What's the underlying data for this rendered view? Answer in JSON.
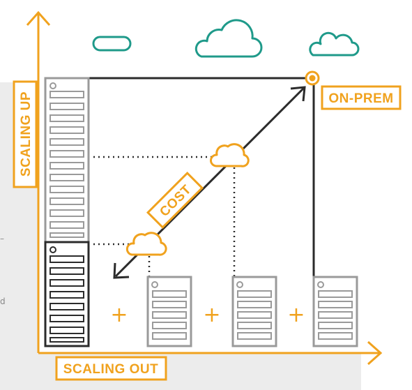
{
  "axes": {
    "vertical_label": "SCALING UP",
    "horizontal_label": "SCALING OUT"
  },
  "labels": {
    "on_prem": "ON-PREM",
    "cost": "COST"
  },
  "plus_signs": [
    "+",
    "+",
    "+"
  ],
  "edge_fragments": [
    "–",
    "d"
  ],
  "icons": {
    "clouds_top": [
      "cloud-icon",
      "cloud-icon",
      "cloud-icon"
    ],
    "clouds_cost": [
      "cloud-icon",
      "cloud-icon"
    ],
    "servers": [
      "server-rack-icon",
      "server-rack-icon",
      "server-rack-icon",
      "server-rack-icon"
    ]
  },
  "colors": {
    "orange": "#f0a21e",
    "teal": "#1f9a8a",
    "dark": "#2b2b2b",
    "gray": "#9a9a9a",
    "light_band": "#ececec"
  }
}
